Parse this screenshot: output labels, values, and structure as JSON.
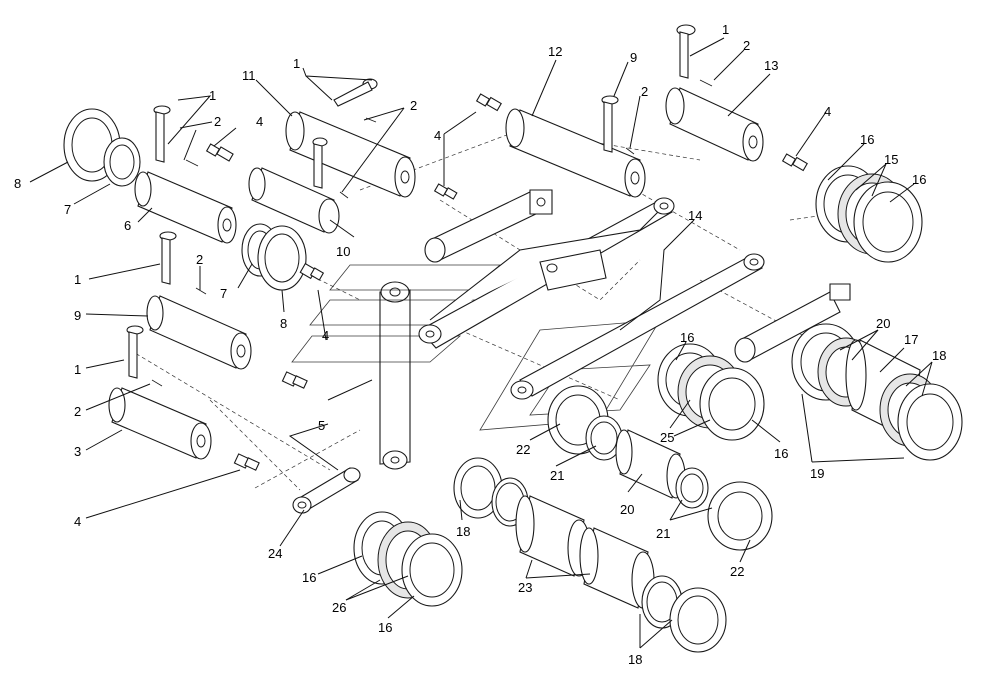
{
  "callouts": {
    "c1a": "1",
    "c1b": "1",
    "c1c": "1",
    "c1d": "1",
    "c1e": "1",
    "c2a": "2",
    "c2b": "2",
    "c2c": "2",
    "c2d": "2",
    "c2e": "2",
    "c2f": "2",
    "c3": "3",
    "c4a": "4",
    "c4b": "4",
    "c4c": "4",
    "c4d": "4",
    "c4e": "4",
    "c5": "5",
    "c6": "6",
    "c7a": "7",
    "c7b": "7",
    "c8a": "8",
    "c8b": "8",
    "c9a": "9",
    "c9b": "9",
    "c10": "10",
    "c11": "11",
    "c12": "12",
    "c13": "13",
    "c14": "14",
    "c15": "15",
    "c16a": "16",
    "c16b": "16",
    "c16c": "16",
    "c16d": "16",
    "c16e": "16",
    "c16f": "16",
    "c17": "17",
    "c18a": "18",
    "c18b": "18",
    "c18c": "18",
    "c19": "19",
    "c20a": "20",
    "c20b": "20",
    "c21a": "21",
    "c21b": "21",
    "c22a": "22",
    "c22b": "22",
    "c23": "23",
    "c24": "24",
    "c25": "25",
    "c26": "26"
  }
}
